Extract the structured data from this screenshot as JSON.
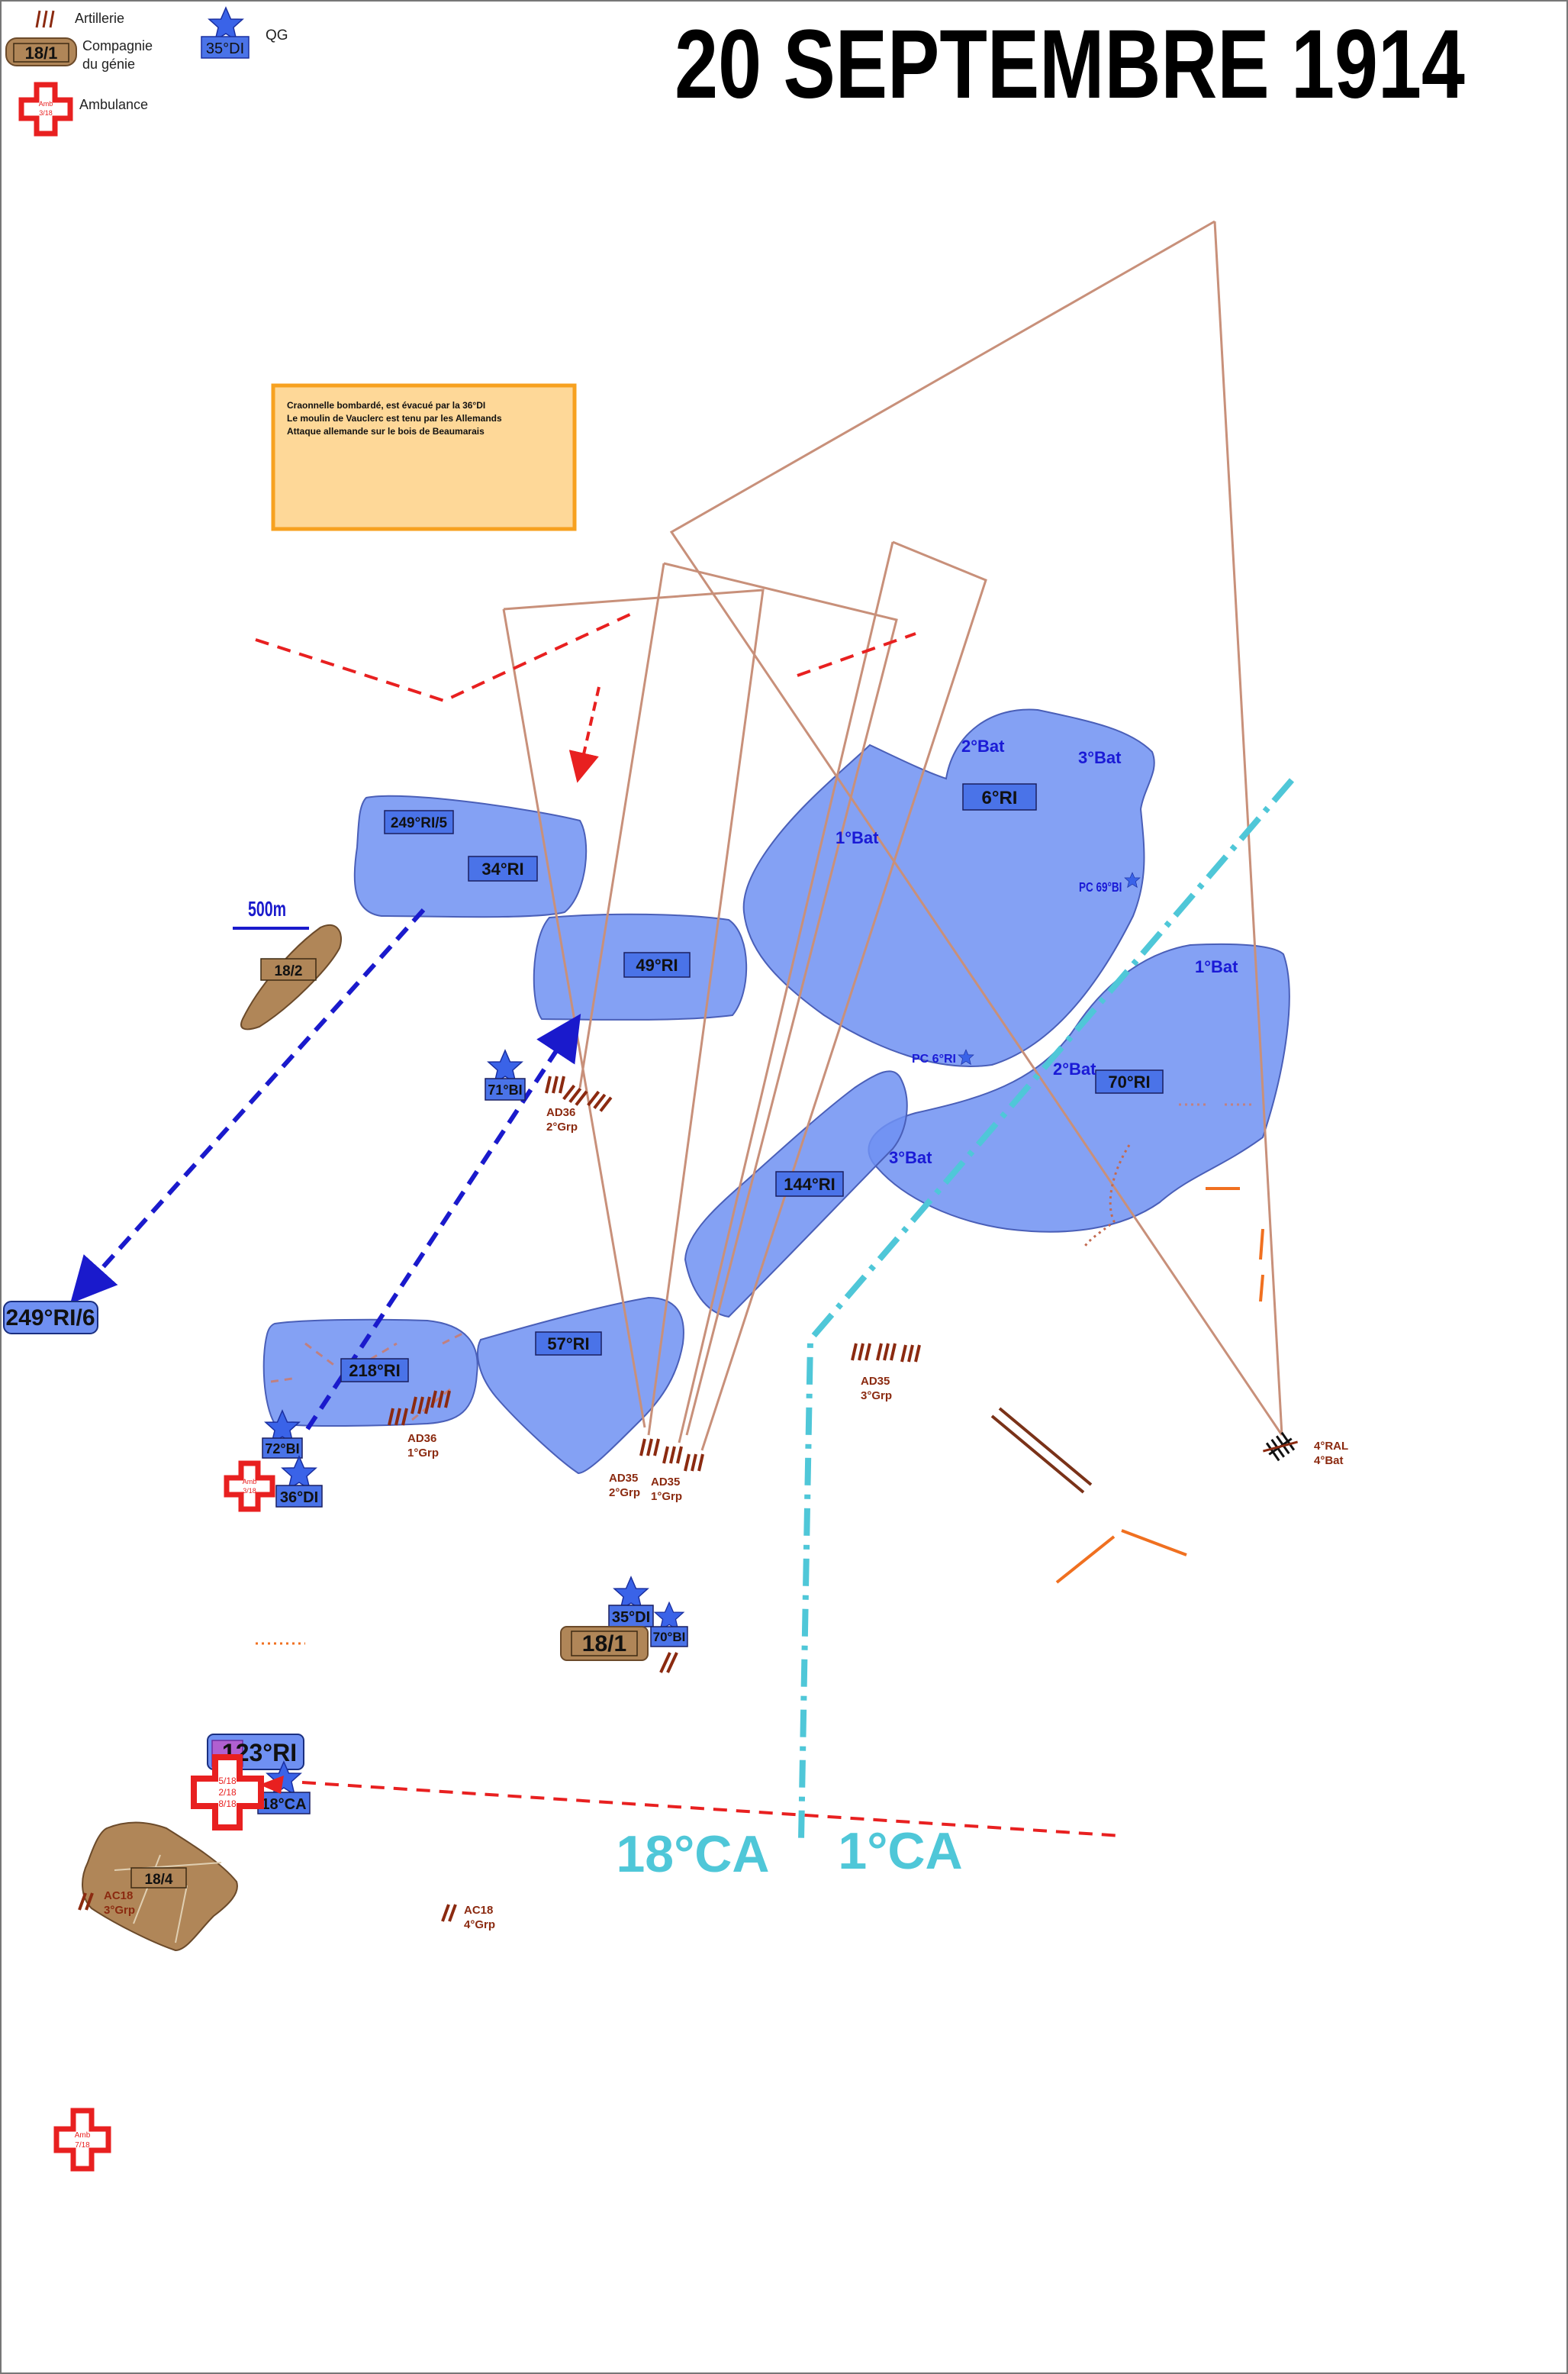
{
  "title": "20 SEPTEMBRE 1914",
  "legend": {
    "artillery": "Artillerie",
    "genie_unit": "18/1",
    "genie_line1": "Compagnie",
    "genie_line2": "du génie",
    "ambulance_line1": "Amb",
    "ambulance_line2": "3/18",
    "ambulance": "Ambulance",
    "hq_unit": "35°DI",
    "hq": "QG"
  },
  "note": {
    "line1": "Craonnelle bombardé,  est évacué par la 36°DI",
    "line2": "Le moulin de Vauclerc est tenu par les Allemands",
    "line3": "Attaque allemande sur le bois de Beaumarais"
  },
  "scale": "500m",
  "units": {
    "ri249_5": "249°RI/5",
    "ri34": "34°RI",
    "ri49": "49°RI",
    "ri6": "6°RI",
    "bat1_6": "1°Bat",
    "bat2_6": "2°Bat",
    "bat3_6": "3°Bat",
    "pc69": "PC 69°BI",
    "pc6": "PC 6°RI",
    "ri70": "70°RI",
    "bat1_70": "1°Bat",
    "bat2_70": "2°Bat",
    "bat3_70": "3°Bat",
    "ri144": "144°RI",
    "ri218": "218°RI",
    "ri57": "57°RI",
    "ri249_6": "249°RI/6",
    "ri123": "123°RI",
    "bi71": "71°BI",
    "bi72": "72°BI",
    "di36": "36°DI",
    "di35": "35°DI",
    "bi70": "70°BI",
    "ca18_hq": "18°CA",
    "genie_18_2": "18/2",
    "genie_18_1": "18/1",
    "genie_18_4": "18/4"
  },
  "artillery": {
    "ad36_2_l1": "AD36",
    "ad36_2_l2": "2°Grp",
    "ad36_1_l1": "AD36",
    "ad36_1_l2": "1°Grp",
    "ad35_2_l1": "AD35",
    "ad35_2_l2": "2°Grp",
    "ad35_1_l1": "AD35",
    "ad35_1_l2": "1°Grp",
    "ad35_3_l1": "AD35",
    "ad35_3_l2": "3°Grp",
    "ac18_3_l1": "AC18",
    "ac18_3_l2": "3°Grp",
    "ac18_4_l1": "AC18",
    "ac18_4_l2": "4°Grp",
    "ral4_l1": "4°RAL",
    "ral4_l2": "4°Bat"
  },
  "ambulances": {
    "amb_3_18_l1": "Amb",
    "amb_3_18_l2": "3/18",
    "amb_5_18": "5/18",
    "amb_2_18": "2/18",
    "amb_8_18": "8/18",
    "amb_7_18_l1": "Amb",
    "amb_7_18_l2": "7/18"
  },
  "corps": {
    "left": "18°CA",
    "right": "1°CA"
  },
  "colors": {
    "unit_fill": "#6f90f2",
    "unit_box": "#4a73e8",
    "unit_text_blue": "#1a1ad6",
    "sector_line": "#c8907a",
    "french_line": "#e82020",
    "boundary": "#4fc7d8",
    "advance_arrow": "#1a1acc",
    "artillery": "#8b2a10",
    "genie": "#b08658",
    "note_fill": "#fed898",
    "note_border": "#f7a11f",
    "orange": "#f07020"
  }
}
